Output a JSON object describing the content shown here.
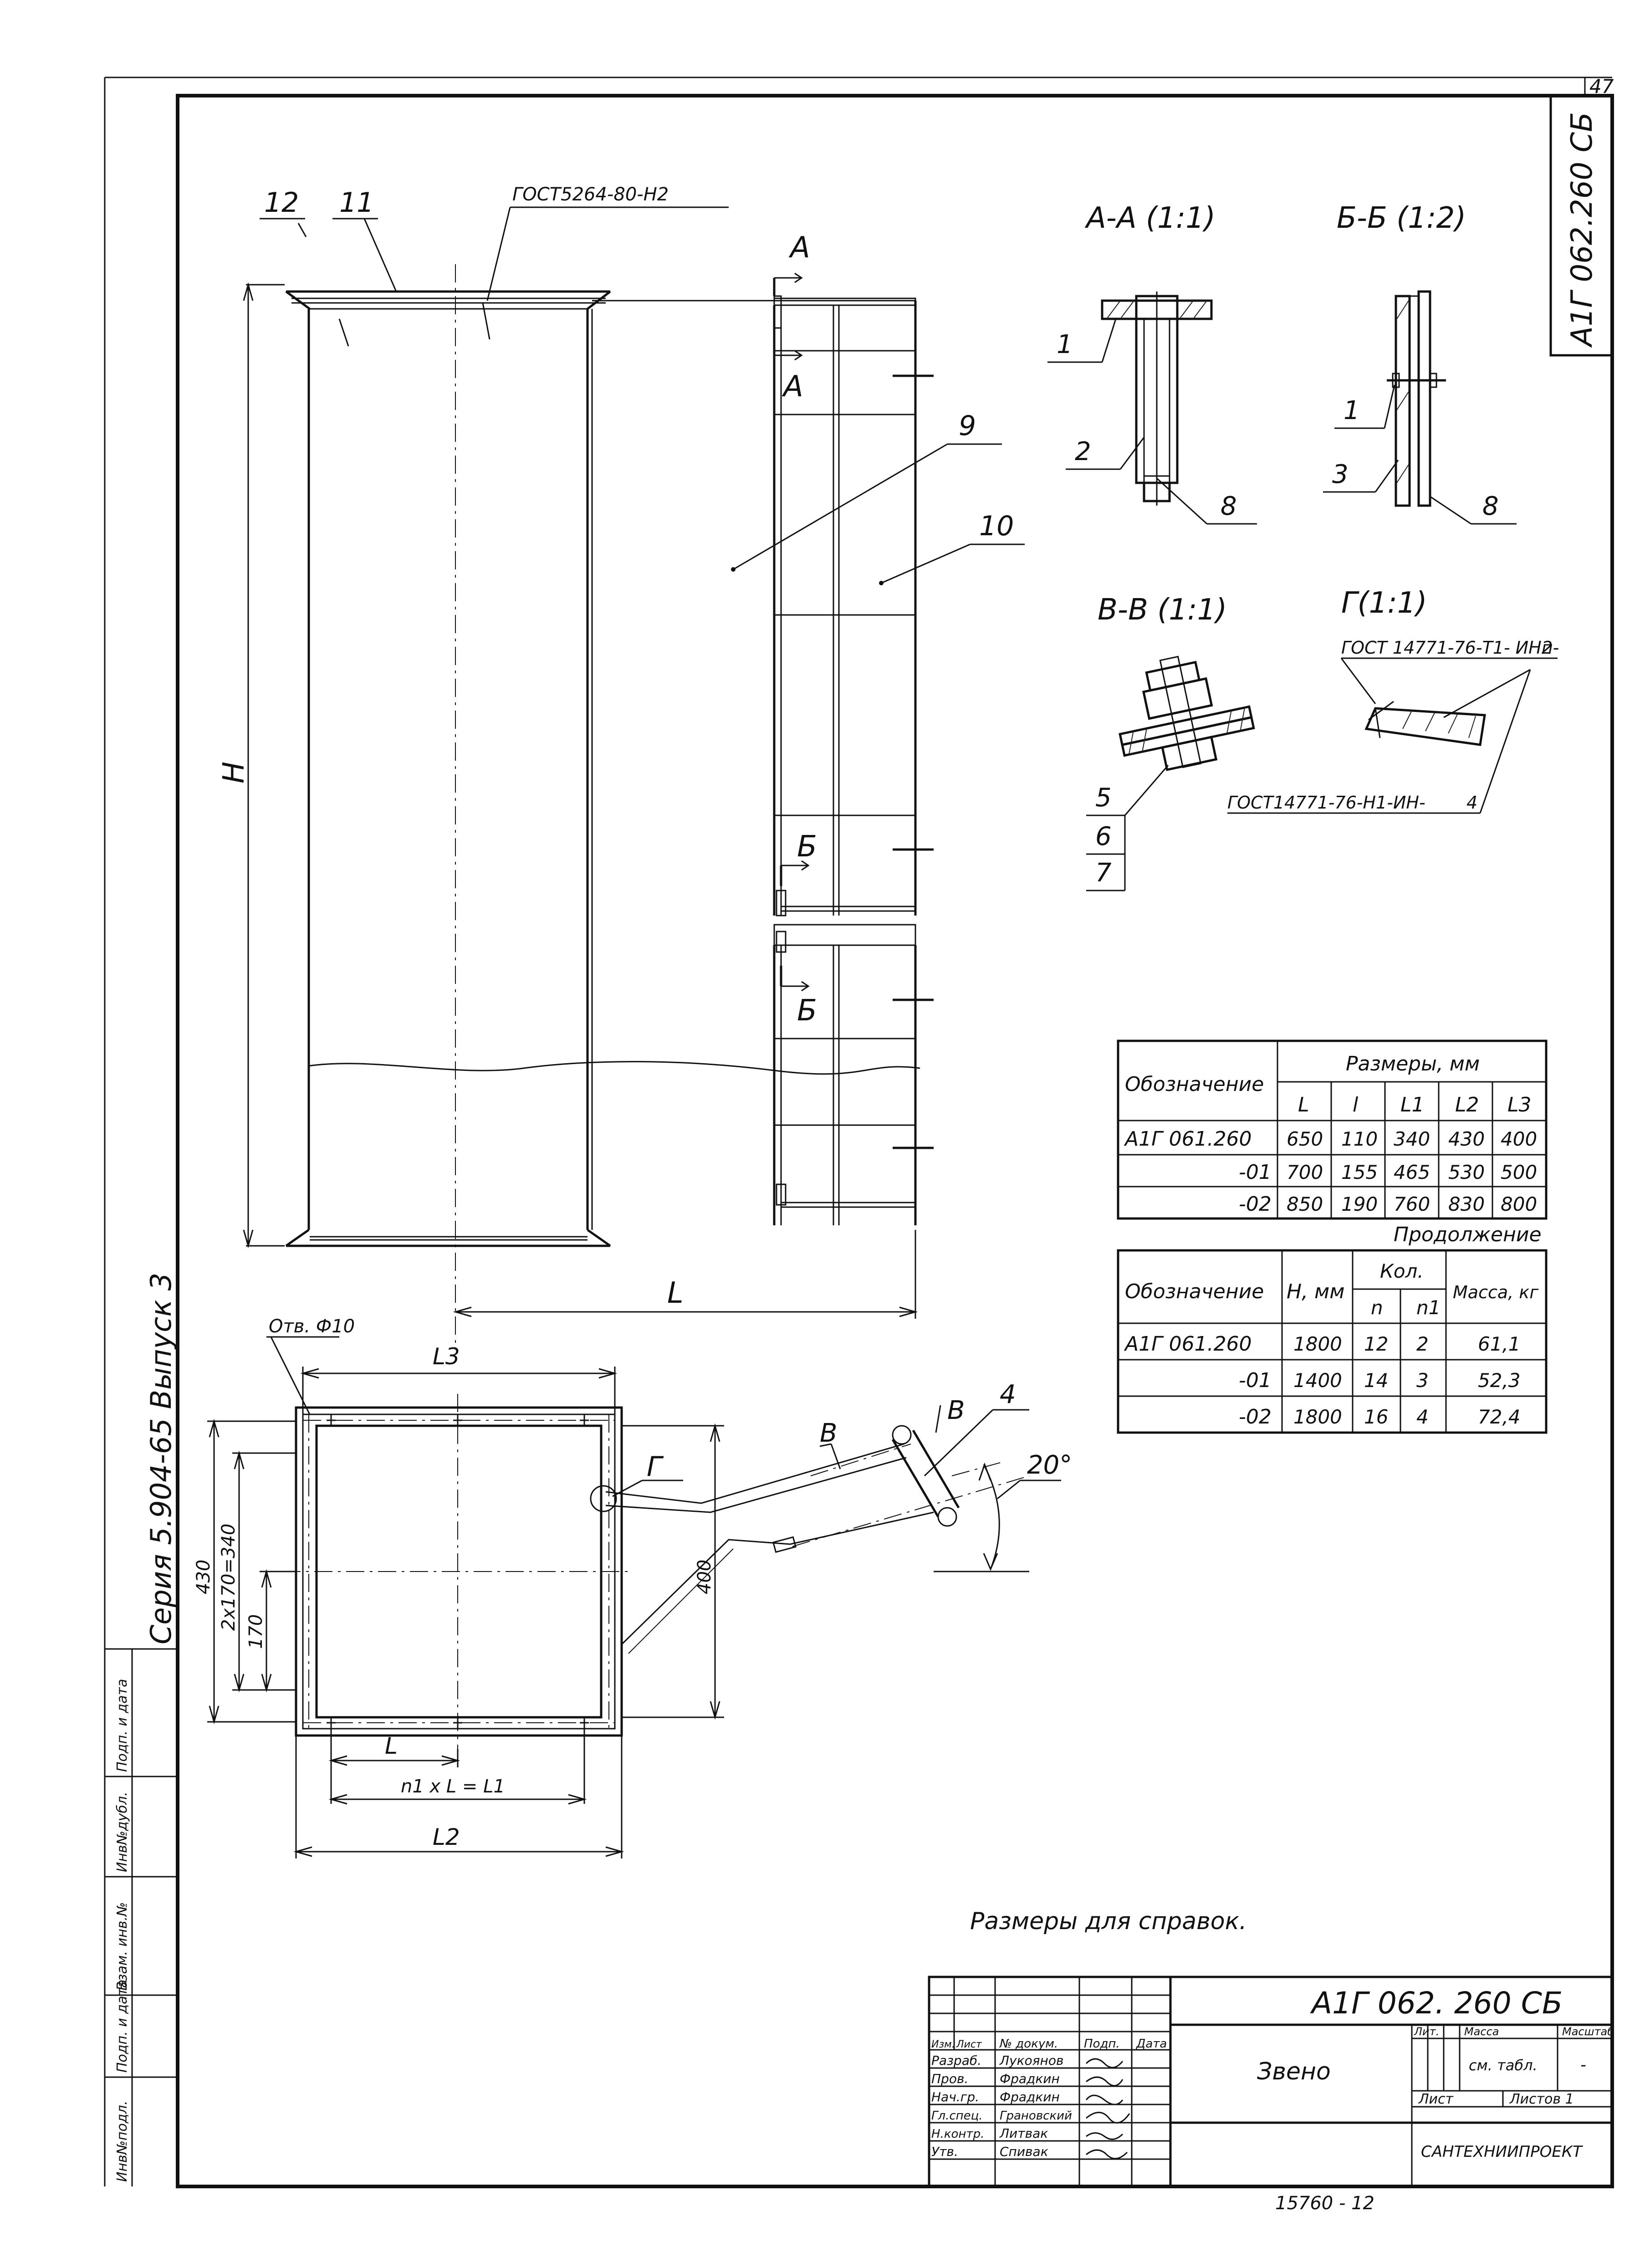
{
  "sheet": {
    "sheet_number": "47",
    "doc_code": "А1Г 062.260 СБ",
    "series": "Серия 5.904-65 Выпуск 3",
    "note": "Размеры для справок.",
    "bottom_stamp": "15760 - 12"
  },
  "callouts": {
    "c1": "1",
    "c2": "2",
    "c3": "3",
    "c4": "4",
    "c5": "5",
    "c6": "6",
    "c7": "7",
    "c8": "8",
    "c8b": "8",
    "c9": "9",
    "c10": "10",
    "c11": "11",
    "c12": "12",
    "c1b": "1"
  },
  "labels": {
    "gost_top": "ГОСТ5264-80-Н2",
    "gost_g1": "ГОСТ 14771-76-Т1- ИНп-",
    "gost_g1_weld": "2",
    "gost_g2": "ГОСТ14771-76-Н1-ИН-",
    "gost_g2_weld": "4",
    "hole": "Отв. Ф10",
    "letter_A": "А",
    "letter_A2": "А",
    "letter_B": "Б",
    "letter_B2": "Б",
    "letter_V": "В",
    "letter_V2": "В",
    "letter_G": "Г",
    "angle": "20°"
  },
  "sections": {
    "aa": "А-А (1:1)",
    "bb": "Б-Б (1:2)",
    "vv": "В-В (1:1)",
    "gg": "Г(1:1)"
  },
  "dims": {
    "H": "Н",
    "L_big": "L",
    "l3": "L3",
    "l2": "L2",
    "l_small": "L",
    "n1l": "n1 x L = L1",
    "d430": "430",
    "d2x170": "2х170=340",
    "d170": "170",
    "d400": "400"
  },
  "table1": {
    "head_designation": "Обозначение",
    "head_sizes": "Размеры, мм",
    "cols": [
      "L",
      "l",
      "L1",
      "L2",
      "L3"
    ],
    "rows": [
      {
        "name": "А1Г 061.260",
        "L": "650",
        "l": "110",
        "L1": "340",
        "L2": "430",
        "L3": "400"
      },
      {
        "name": "-01",
        "L": "700",
        "l": "155",
        "L1": "465",
        "L2": "530",
        "L3": "500"
      },
      {
        "name": "-02",
        "L": "850",
        "l": "190",
        "L1": "760",
        "L2": "830",
        "L3": "800"
      }
    ]
  },
  "table2": {
    "continuation": "Продолжение",
    "head_designation": "Обозначение",
    "head_h": "Н, мм",
    "head_qty": "Кол.",
    "head_n": "n",
    "head_n1": "n1",
    "head_mass": "Масса, кг",
    "rows": [
      {
        "name": "А1Г 061.260",
        "h": "1800",
        "n": "12",
        "n1": "2",
        "mass": "61,1"
      },
      {
        "name": "-01",
        "h": "1400",
        "n": "14",
        "n1": "3",
        "mass": "52,3"
      },
      {
        "name": "-02",
        "h": "1800",
        "n": "16",
        "n1": "4",
        "mass": "72,4"
      }
    ]
  },
  "side_stamp": [
    "Инв№подл.",
    "Подп. и дата",
    "Взам. инв.№",
    "Инв№дубл.",
    "Подп. и дата"
  ],
  "title_block": {
    "code": "А1Г 062. 260 СБ",
    "name": "Звено",
    "lit": "Лит.",
    "mass": "Масса",
    "scale": "Масштаб",
    "scale_value": "см. табл.",
    "scale_dash": "-",
    "sheet": "Лист",
    "sheets": "Листов 1",
    "org": "САНТЕХНИИПРОЕКТ",
    "head": [
      "Изм.",
      "Лист",
      "№ докум.",
      "Подп.",
      "Дата"
    ],
    "roles": [
      {
        "role": "Разраб.",
        "name": "Лукоянов"
      },
      {
        "role": "Пров.",
        "name": "Фрадкин"
      },
      {
        "role": "Нач.гр.",
        "name": "Фрадкин"
      },
      {
        "role": "Гл.спец.",
        "name": "Грановский"
      },
      {
        "role": "Н.контр.",
        "name": "Литвак"
      },
      {
        "role": "Утв.",
        "name": "Спивак"
      }
    ]
  }
}
